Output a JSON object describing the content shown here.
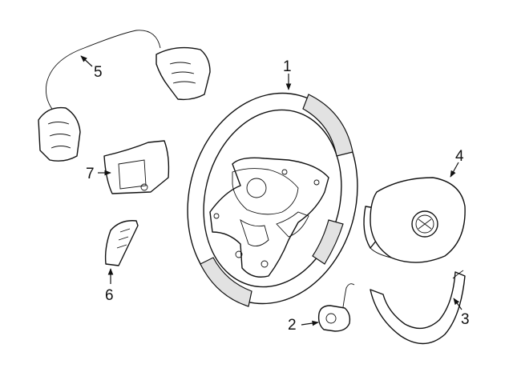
{
  "callouts": [
    {
      "id": "1",
      "label": "1"
    },
    {
      "id": "2",
      "label": "2"
    },
    {
      "id": "3",
      "label": "3"
    },
    {
      "id": "4",
      "label": "4"
    },
    {
      "id": "5",
      "label": "5"
    },
    {
      "id": "6",
      "label": "6"
    },
    {
      "id": "7",
      "label": "7"
    }
  ],
  "colors": {
    "line": "#111111",
    "shade": "#e2e2e2",
    "background": "#ffffff"
  }
}
